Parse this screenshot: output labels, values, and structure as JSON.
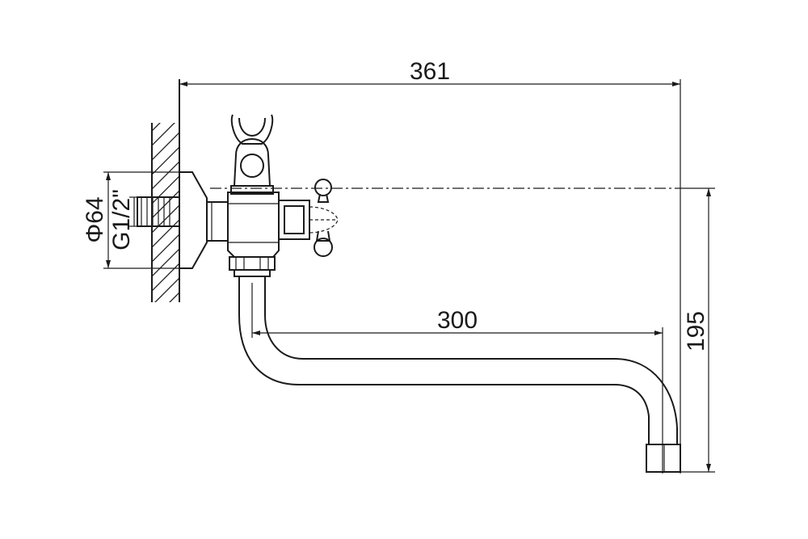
{
  "dimensions": {
    "overall_length": "361",
    "spout_reach": "300",
    "height": "195",
    "flange_diameter": "Φ64",
    "thread_size": "G1/2\""
  },
  "colors": {
    "line": "#1a1a1a",
    "background": "#ffffff"
  }
}
